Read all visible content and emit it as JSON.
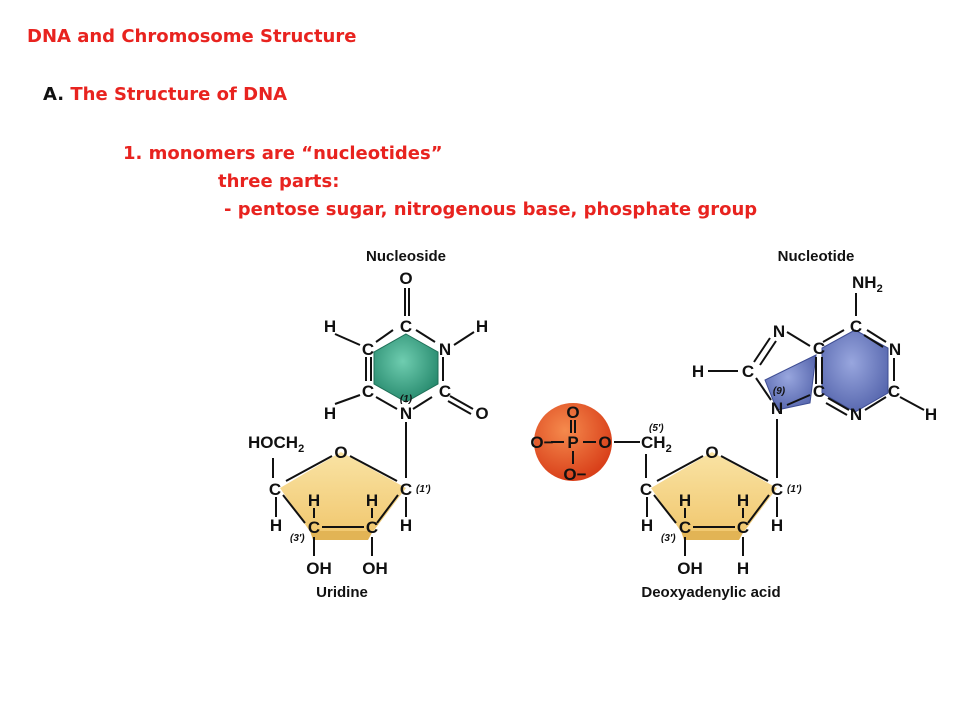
{
  "slide": {
    "title": "DNA and Chromosome Structure",
    "section_letter": "A.",
    "section_title": "The Structure of DNA",
    "point1": "1. monomers are “nucleotides”",
    "point1_sub": "three parts:",
    "point1_detail": "- pentose sugar, nitrogenous base, phosphate group"
  },
  "diagram": {
    "left": {
      "title": "Nucleoside",
      "caption": "Uridine",
      "atoms": {
        "o_top": "O",
        "c_top": "C",
        "h_tl": "H",
        "h_tr": "H",
        "c_l1": "C",
        "n_r1": "N",
        "c_l2": "C",
        "c_r2": "C",
        "o_r2": "O",
        "h_bl": "H",
        "n_bot": "N",
        "ring_num": "(1)",
        "hoch2": "HOCH",
        "hoch2_sub": "2",
        "o_ring": "O",
        "c_left": "C",
        "c1": "C",
        "c1_num": "(1′)",
        "h_left": "H",
        "h_c1": "H",
        "c3": "C",
        "c2": "C",
        "h_c3_up": "H",
        "h_c2_up": "H",
        "c3_num": "(3′)",
        "oh_c3": "OH",
        "oh_c2": "OH"
      }
    },
    "right": {
      "title": "Nucleotide",
      "caption": "Deoxyadenylic acid",
      "atoms": {
        "nh2": "NH",
        "nh2_sub": "2",
        "c6": "C",
        "n7": "N",
        "c5": "C",
        "n1": "N",
        "h8": "H",
        "c8": "C",
        "c4": "C",
        "c2": "C",
        "ring_num": "(9)",
        "n9": "N",
        "n3": "N",
        "h2": "H",
        "p_o_top": "O",
        "p_o_left": "O−",
        "p": "P",
        "p_o_right": "O",
        "p_o_bot": "O−",
        "c5p_num": "(5′)",
        "ch2": "CH",
        "ch2_sub": "2",
        "o_ring": "O",
        "c_left": "C",
        "c1": "C",
        "c1_num": "(1′)",
        "h_left": "H",
        "h_c1": "H",
        "c3": "C",
        "h_c3_up": "H",
        "h_c2_up": "H",
        "c3_num": "(3′)",
        "oh_c3": "OH",
        "h_c2_down": "H"
      }
    }
  },
  "colors": {
    "heading": "#e8231f",
    "uracil_ring": "#3aa889",
    "adenine_ring": "#6f7fc4",
    "sugar": "#f6d98e",
    "phosphate": "#ec5a26"
  }
}
